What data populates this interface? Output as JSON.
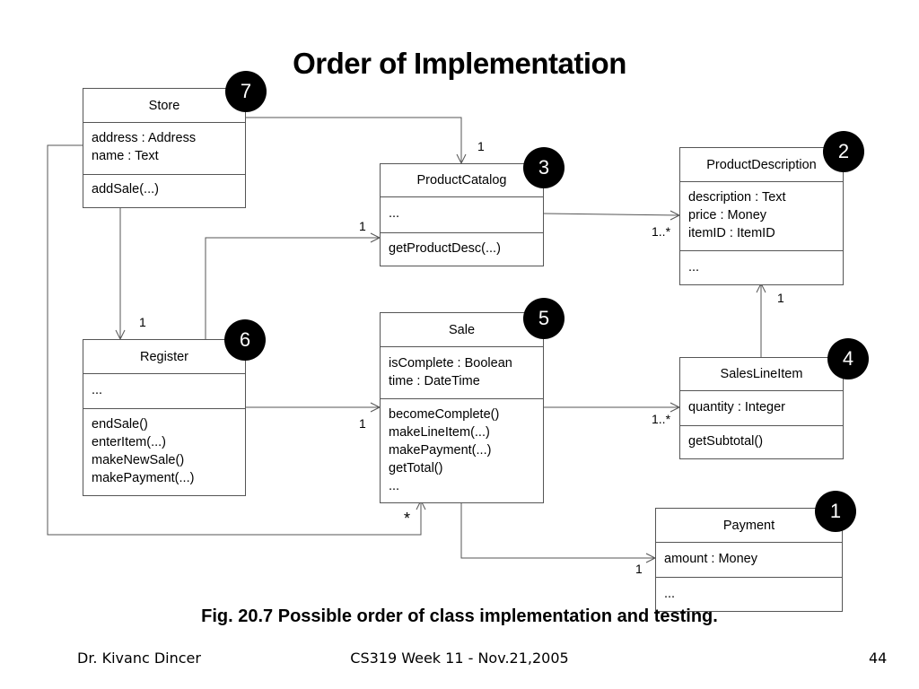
{
  "title": "Order of Implementation",
  "classes": {
    "store": {
      "name": "Store",
      "attributes": [
        "address : Address",
        "name : Text"
      ],
      "operations": [
        "addSale(...)"
      ],
      "order": "7"
    },
    "product_catalog": {
      "name": "ProductCatalog",
      "attributes": [
        "..."
      ],
      "operations": [
        "getProductDesc(...)"
      ],
      "order": "3"
    },
    "product_description": {
      "name": "ProductDescription",
      "attributes": [
        "description : Text",
        "price : Money",
        "itemID : ItemID"
      ],
      "operations": [
        "..."
      ],
      "order": "2"
    },
    "register": {
      "name": "Register",
      "attributes": [
        "..."
      ],
      "operations": [
        "endSale()",
        "enterItem(...)",
        "makeNewSale()",
        "makePayment(...)"
      ],
      "order": "6"
    },
    "sale": {
      "name": "Sale",
      "attributes": [
        "isComplete : Boolean",
        "time : DateTime"
      ],
      "operations": [
        "becomeComplete()",
        "makeLineItem(...)",
        "makePayment(...)",
        "getTotal()",
        "..."
      ],
      "order": "5"
    },
    "sales_line_item": {
      "name": "SalesLineItem",
      "attributes": [
        "quantity : Integer"
      ],
      "operations": [
        "getSubtotal()"
      ],
      "order": "4"
    },
    "payment": {
      "name": "Payment",
      "attributes": [
        "amount : Money"
      ],
      "operations": [
        "..."
      ],
      "order": "1"
    }
  },
  "multiplicities": {
    "store_catalog": "1",
    "register_catalog": "1",
    "catalog_description": "1..*",
    "store_register": "1",
    "register_sale": "1",
    "sale_lineitem": "1..*",
    "lineitem_description": "1",
    "store_sale": "*",
    "sale_payment": "1"
  },
  "caption": "Fig. 20.7  Possible order of class implementation and testing.",
  "footer": {
    "author": "Dr. Kivanc Dincer",
    "course": "CS319 Week 11 - Nov.21,2005",
    "page": "44"
  }
}
